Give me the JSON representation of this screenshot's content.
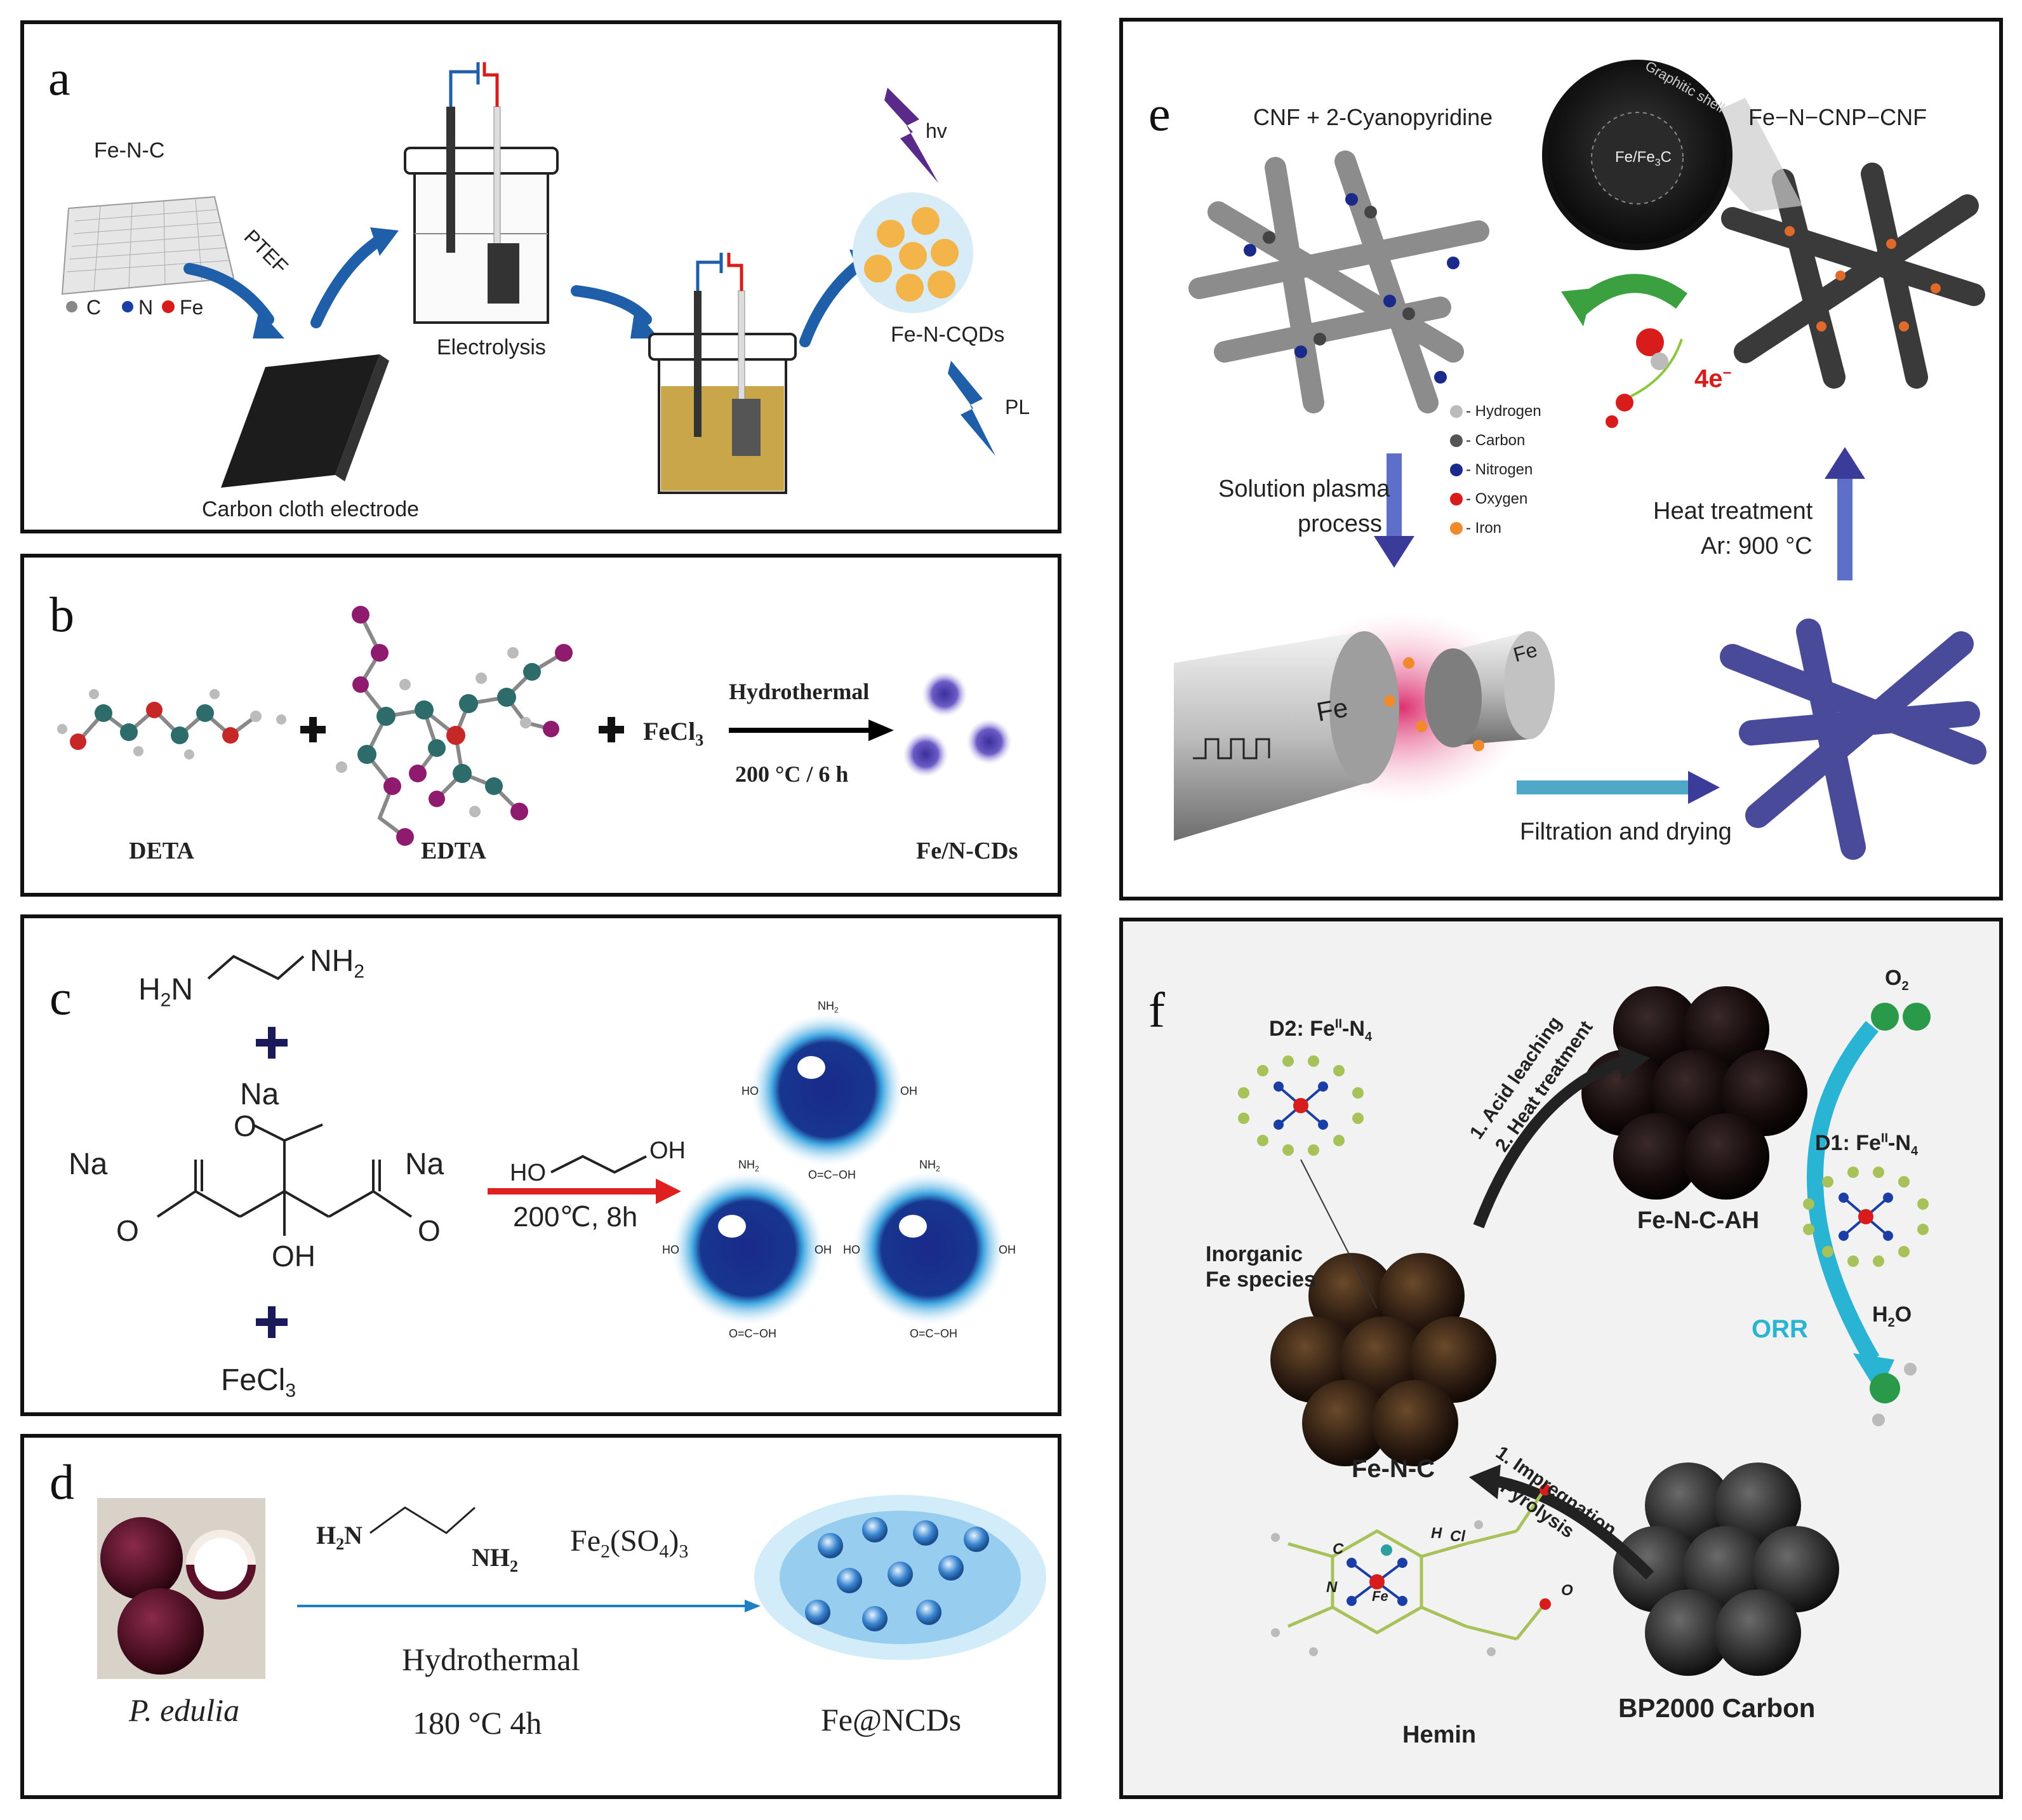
{
  "panels": {
    "a": {
      "label": "a",
      "fe_n_c": "Fe-N-C",
      "legend": {
        "c": "C",
        "n": "N",
        "fe": "Fe"
      },
      "ptef": "PTEF",
      "carbon_cloth": "Carbon cloth electrode",
      "electrolysis": "Electrolysis",
      "hv": "hv",
      "product": "Fe-N-CQDs",
      "pl": "PL"
    },
    "b": {
      "label": "b",
      "deta": "DETA",
      "edta": "EDTA",
      "plus1": "+",
      "plus2": "+",
      "fecl3_main": "FeCl",
      "fecl3_sub": "3",
      "condition_top": "Hydrothermal",
      "condition_bottom": "200 °C / 6 h",
      "product": "Fe/N-CDs"
    },
    "c": {
      "label": "c",
      "en_left": "H",
      "en_left_sub": "2",
      "en_left_n": "N",
      "en_right": "NH",
      "en_right_sub": "2",
      "plus": "+",
      "na1": "Na",
      "na2": "Na",
      "na3": "Na",
      "oh": "OH",
      "o_minus": "O",
      "glycol_ho": "HO",
      "glycol_oh": "OH",
      "condition": "200℃, 8h",
      "fecl3_main": "FeCl",
      "fecl3_sub": "3",
      "nh2": "NH",
      "nh2_sub": "2",
      "ho": "HO",
      "oh_small": "OH",
      "cooh": "O=C−OH"
    },
    "d": {
      "label": "d",
      "en": "H",
      "en_n": "N",
      "en_nh": "NH",
      "sub2": "2",
      "fe2so43": "Fe",
      "fe_sub": "2",
      "so4": "(SO",
      "so4_sub": "4",
      "so4_tail": ")",
      "so4_sub2": "3",
      "condition1": "Hydrothermal",
      "condition2": "180 °C  4h",
      "source": "P. edulia",
      "product": "Fe@NCDs"
    },
    "e": {
      "label": "e",
      "title_left": "CNF + 2-Cyanopyridine",
      "title_right": "Fe−N−CNP−CNF",
      "shell": "Graphitic shell",
      "core": "Fe/Fe",
      "core_sub": "3",
      "core_tail": "C",
      "legend": [
        "- Hydrogen",
        "- Carbon",
        "- Nitrogen",
        "- Oxygen",
        "- Iron"
      ],
      "step1_a": "Solution plasma",
      "step1_b": "process",
      "step2_a": "Heat treatment",
      "step2_b": "Ar: 900 °C",
      "electron": "4e",
      "electron_sup": "−",
      "fe_left": "Fe",
      "fe_right": "Fe",
      "step3": "Filtration and drying"
    },
    "f": {
      "label": "f",
      "d2_prefix": "D2: Fe",
      "d2_sup": "II",
      "d2_suffix": "-N",
      "d2_sub": "4",
      "d1_prefix": "D1: Fe",
      "d1_sup": "II",
      "d1_suffix": "-N",
      "d1_sub": "4",
      "acid1": "1. Acid leaching",
      "acid2": "2. Heat treatment",
      "fe_n_c_ah": "Fe-N-C-AH",
      "inorganic1": "Inorganic",
      "inorganic2": "Fe species",
      "o2": "O",
      "o2_sub": "2",
      "orr": "ORR",
      "h2o": "H",
      "h2o_sub": "2",
      "h2o_tail": "O",
      "fe_n_c": "Fe-N-C",
      "imp1": "1. Impregnation",
      "imp2": "2. Pyrolysis",
      "hemin": "Hemin",
      "bp2000": "BP2000 Carbon",
      "atom_h": "H",
      "atom_cl": "Cl",
      "atom_c": "C",
      "atom_n": "N",
      "atom_fe": "Fe",
      "atom_o": "O"
    }
  },
  "colors": {
    "border": "#111111",
    "arrow_blue": "#1f5ea8",
    "arrow_purple": "#3b3b9a",
    "red_arrow": "#e02020",
    "teal": "#2ab4d4",
    "green_arrow": "#3aa040"
  }
}
